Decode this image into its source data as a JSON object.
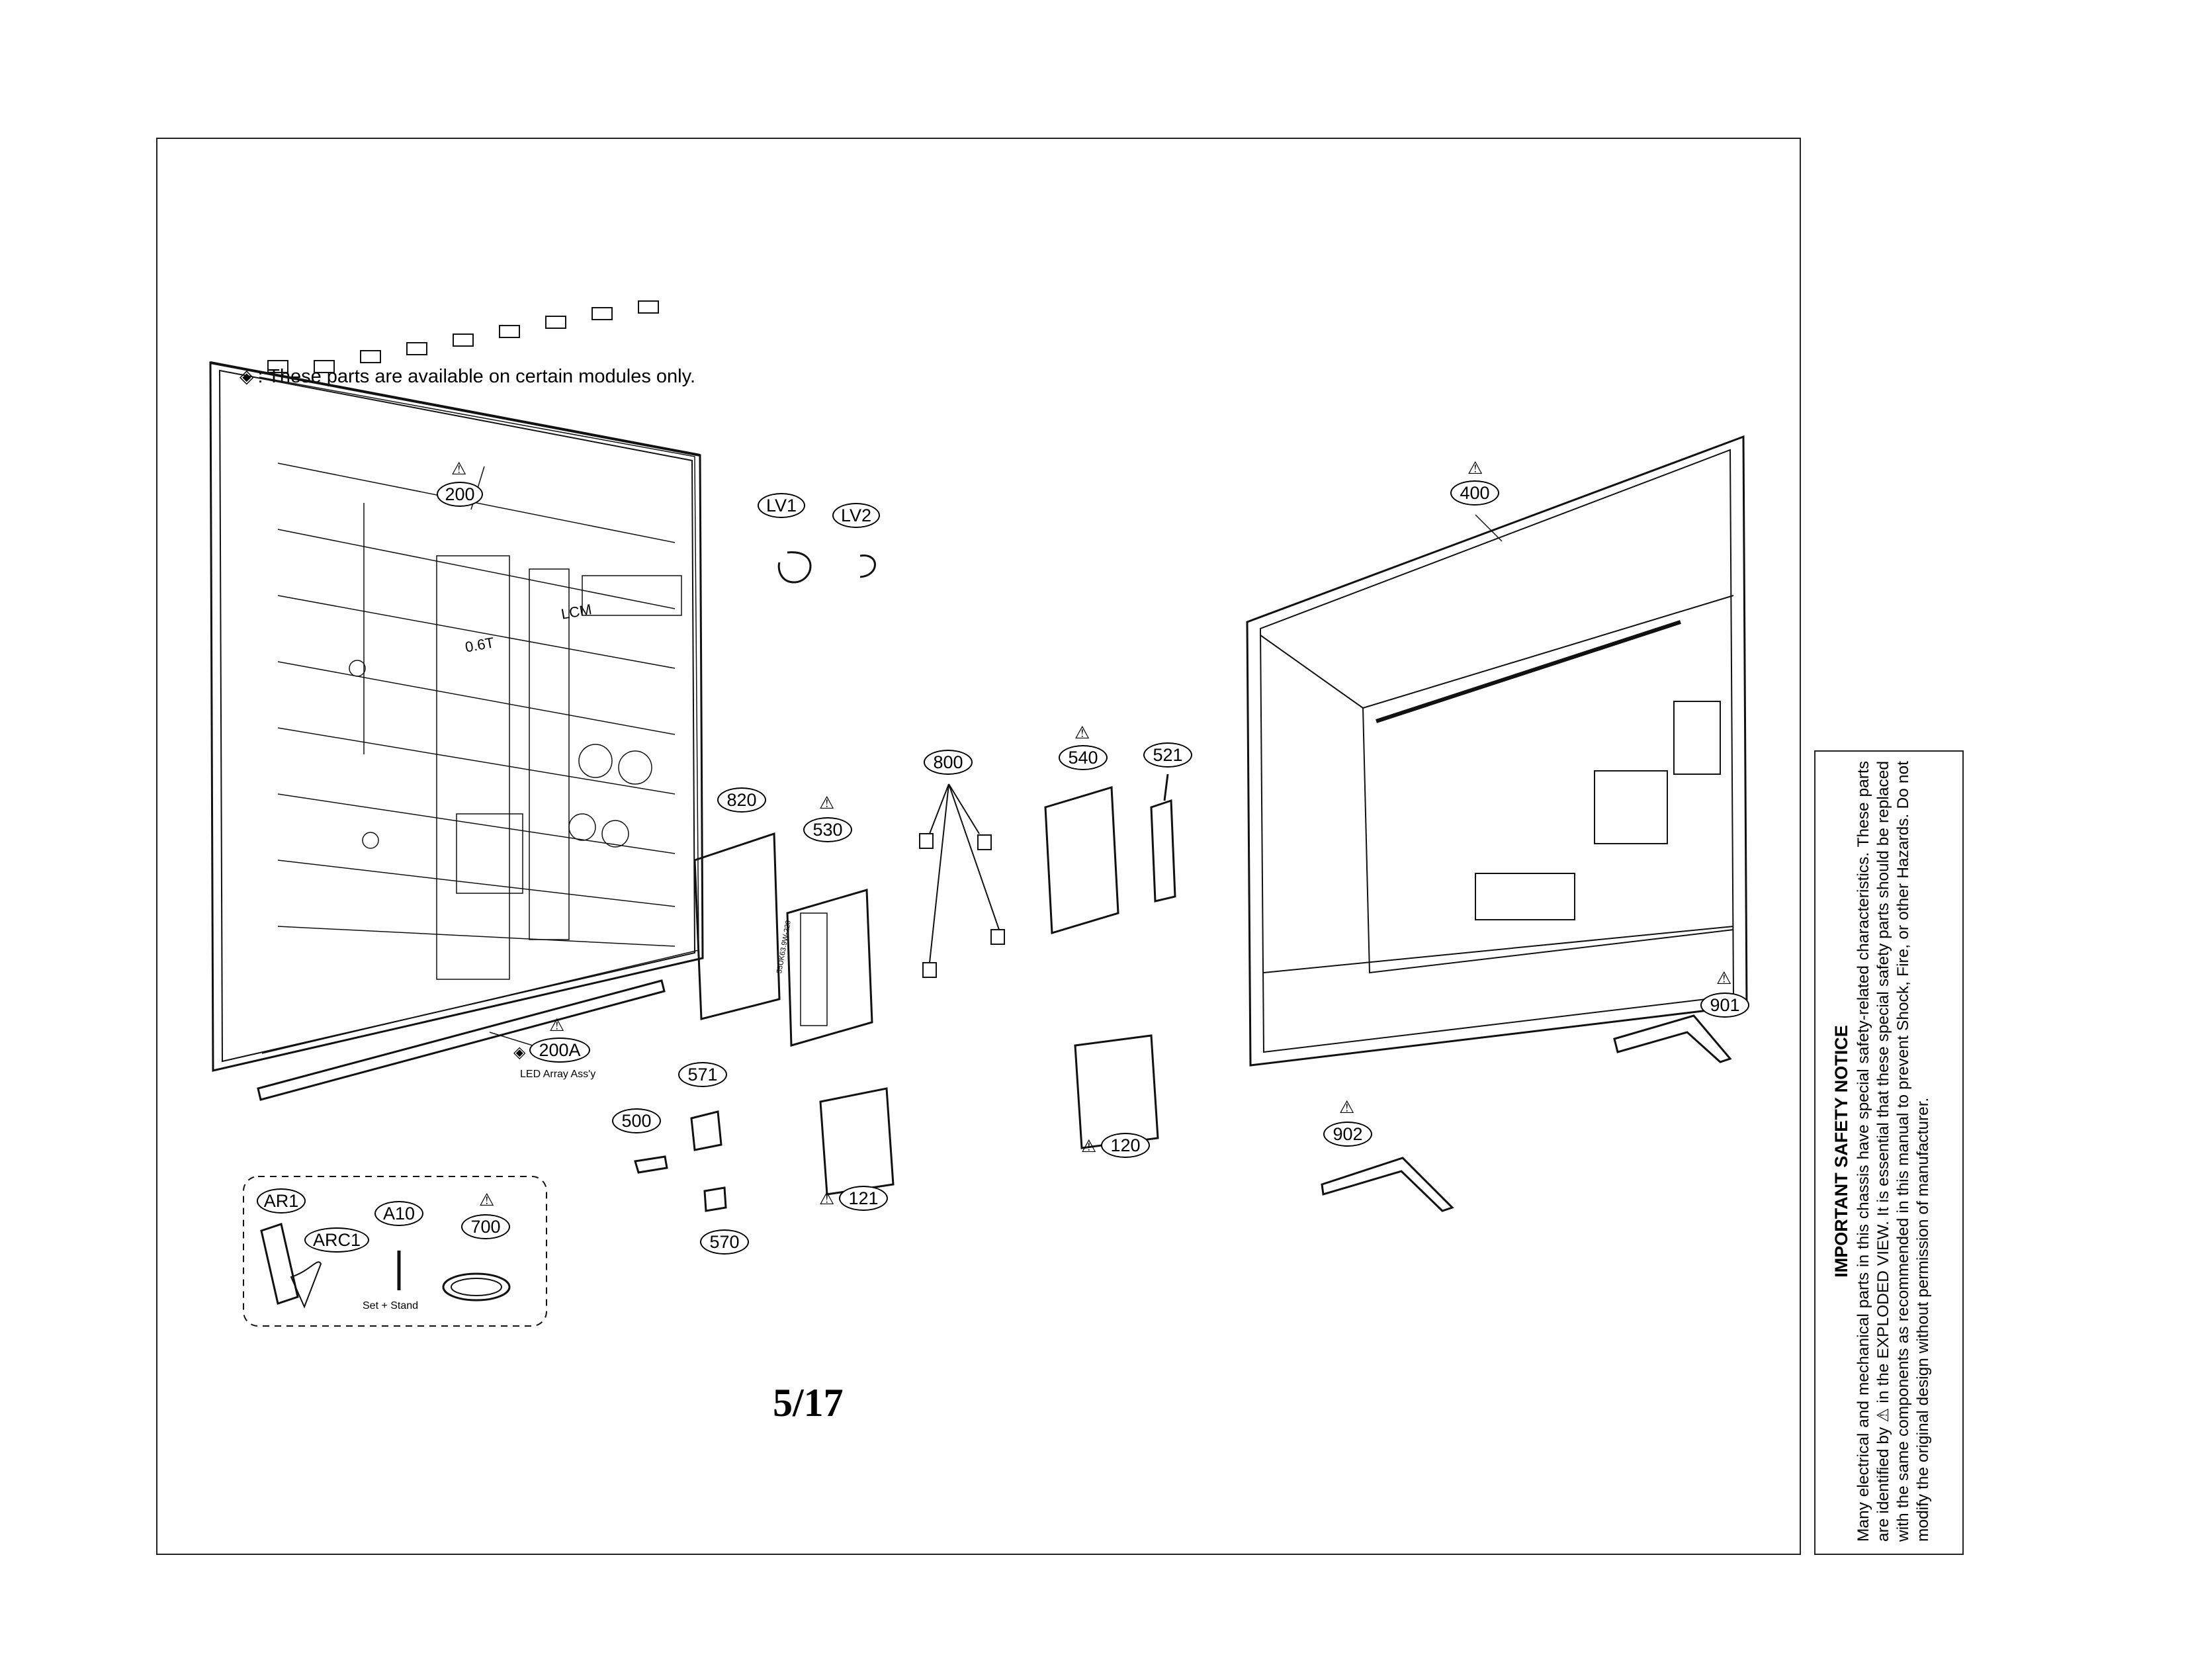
{
  "note": {
    "symbol": "◈",
    "text": ": These parts are available on certain modules only."
  },
  "page_number": "5/17",
  "callouts": {
    "c200": "200",
    "cLV1": "LV1",
    "cLV2": "LV2",
    "c400": "400",
    "c800": "800",
    "c540": "540",
    "c521": "521",
    "c820": "820",
    "c530": "530",
    "c200A": "200A",
    "c571": "571",
    "c500": "500",
    "c570": "570",
    "c121": "121",
    "c120": "120",
    "c901": "901",
    "c902": "902",
    "cAR1": "AR1",
    "cARC1": "ARC1",
    "cA10": "A10",
    "c700": "700"
  },
  "captions": {
    "led_array": "LED Array Ass'y",
    "set_stand": "Set + Stand",
    "lcm_label": "LCM",
    "thickness_label": "0.6T",
    "board_label": "55UK63.9W-220"
  },
  "warning_symbol": "⚠",
  "diamond_symbol": "◈",
  "safety_notice": {
    "title": "IMPORTANT SAFETY NOTICE",
    "body": "Many electrical and mechanical parts in this chassis have special safety-related characteristics. These parts are identified by ⚠ in the EXPLODED VIEW. It is essential that these special safety parts should be replaced with the same components as recommended in this manual to prevent Shock, Fire, or other Hazards. Do not modify the original design without permission of manufacturer."
  }
}
